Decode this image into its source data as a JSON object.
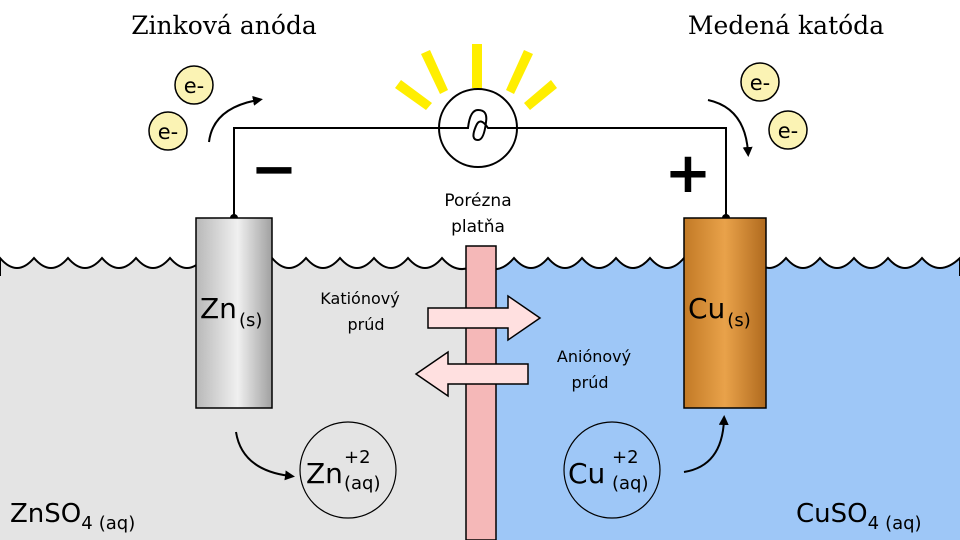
{
  "labels": {
    "anode_title": "Zinková anóda",
    "cathode_title": "Medená katóda",
    "electron": "e-",
    "minus": "−",
    "plus": "+",
    "membrane_line1": "Porézna",
    "membrane_line2": "platňa",
    "cation_line1": "Katiónový",
    "cation_line2": "prúd",
    "anion_line1": "Aniónový",
    "anion_line2": "prúd"
  },
  "electrodes": {
    "zn_symbol": "Zn",
    "zn_state": "(s)",
    "cu_symbol": "Cu",
    "cu_state": "(s)"
  },
  "ions": {
    "zn_symbol": "Zn",
    "zn_charge": "+2",
    "zn_state": "(aq)",
    "cu_symbol": "Cu",
    "cu_charge": "+2",
    "cu_state": "(aq)"
  },
  "solutions": {
    "left_formula": "ZnSO",
    "left_sub": "4",
    "left_state": "(aq)",
    "right_formula": "CuSO",
    "right_sub": "4",
    "right_state": "(aq)"
  },
  "colors": {
    "left_solution": "#e4e4e4",
    "right_solution": "#9ec7f7",
    "membrane": "#f5b8b8",
    "zinc_electrode": "#c8c8c8",
    "copper_electrode": "#d4913a",
    "electron_fill": "#fbf3b4",
    "light_rays": "#ffee00",
    "arrow_fill": "#ffe0e0"
  }
}
